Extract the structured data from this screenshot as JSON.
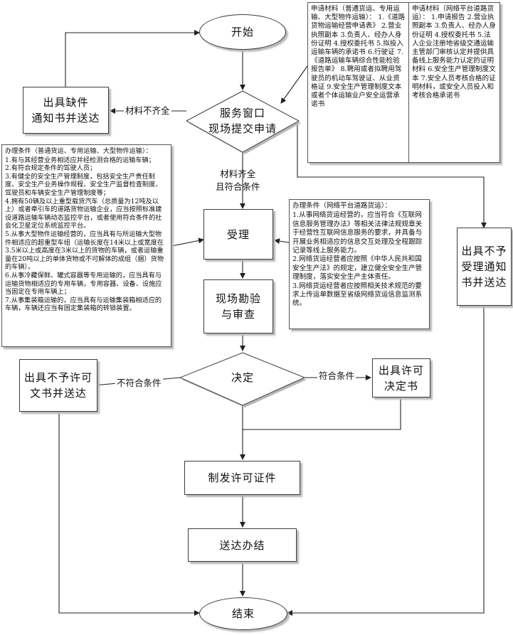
{
  "nodes": {
    "start": "开始",
    "submit_line1": "服务窗口",
    "submit_line2": "现场提交申请",
    "missing_notice_line1": "出具缺件",
    "missing_notice_line2": "通知书并送达",
    "reject_accept_lines": [
      "出具不予",
      "受理通知",
      "书并送达"
    ],
    "accept": "受理",
    "inspect_line1": "现场勘验",
    "inspect_line2": "与审查",
    "decision": "决定",
    "deny_line1": "出具不予许可",
    "deny_line2": "文书并送达",
    "grant_line1": "出具许可",
    "grant_line2": "决定书",
    "issue_license": "制发许可证件",
    "deliver": "送达办结",
    "end": "结束"
  },
  "labels": {
    "materials_incomplete": "材料不齐全",
    "materials_complete_line1": "材料齐全",
    "materials_complete_line2": "且符合条件",
    "not_qualified": "不符合条件",
    "qualified": "符合条件"
  },
  "notes": {
    "materials_general": {
      "title": "申请材料（普通货运、专用运输、大型物件运输）：",
      "lines": [
        "1.《道路货物运输经营申请表》",
        "2.营业执照副本",
        "3.负责人、经办人身份证明",
        "4.授权委托书",
        "5.拟投入运输车辆的承诺书",
        "6.行驶证",
        "7.《道路运输车辆综合性能检验报告单》",
        "8.聘用或者拟聘用驾驶员的机动车驾驶证、从业资格证",
        "9.安全生产管理制度文本或者个体运输业户安全运营承诺书"
      ]
    },
    "materials_network": {
      "title": "申请材料（网络平台道路货运）：",
      "lines": [
        "1.申请报告",
        "2.营业执照副本",
        "3.负责人、经办人身份证明",
        "4.授权委托书",
        "5.法人企业注册地省级交通运输主管部门审核认定并提供具备线上服务能力认定的证明材料",
        "6.安全生产管理制度文本",
        "7.安全人员考核合格的证明材料，或安全人员投入和考核合格承诺书"
      ]
    },
    "conditions_general": {
      "title": "办理条件（普通货运、专用运输、大型物件运输）：",
      "lines": [
        "1.有与其经营业务相适应并经检测合格的运输车辆；",
        "2.有符合规定条件的驾驶人员；",
        "3.有健全的安全生产管理制度，包括安全生产责任制度、安全生产业务操作规程、安全生产监督检查制度、驾驶员和车辆安全生产管理制度等；",
        "4.拥有50辆及以上重型载货汽车（总质量为12吨及以上）或者牵引车的道路货物运输企业，应当按照标准建设道路运输车辆动态监控平台，或者使用符合条件的社会化卫星定位系统监控平台。",
        "5.从事大型物件运输经营的，应当具有与所运输大型物件相适应的超重型车组（运输长度在14米以上或宽度在3.5米以上或高度在3米以上的货物的车辆，或者运输重量在20吨以上的单体货物或不可解体的成组（捆）货物的车辆）。",
        "6.从事冷藏保鲜、罐式容器等专用运输的，应当具有与运输货物相适应的专用车辆，专用容器、设备、设施应当固定在专用车辆上；",
        "7.从事集装箱运输的，应当具有与运输集装箱相适应的车辆，车辆还应当有固定集装箱的转锁装置。"
      ]
    },
    "conditions_network": {
      "title": "办理条件（网络平台道路货运）：",
      "lines": [
        "1.从事网络货运经营的，应当符合《互联网信息服务管理办法》等相关法律法规规章关于经营性互联网信息服务的要求，并具备与开展业务相适应的信息交互处理及全程跟踪记录等线上服务能力。",
        "2.网络货运经营者应按照《中华人民共和国安全生产法》的规定，建立健全安全生产管理制度，落实安全生产主体责任。",
        "3.网络货运经营者应按照相关技术规范的要求上传运单数据至省级网络货运信息监测系统。"
      ]
    }
  }
}
